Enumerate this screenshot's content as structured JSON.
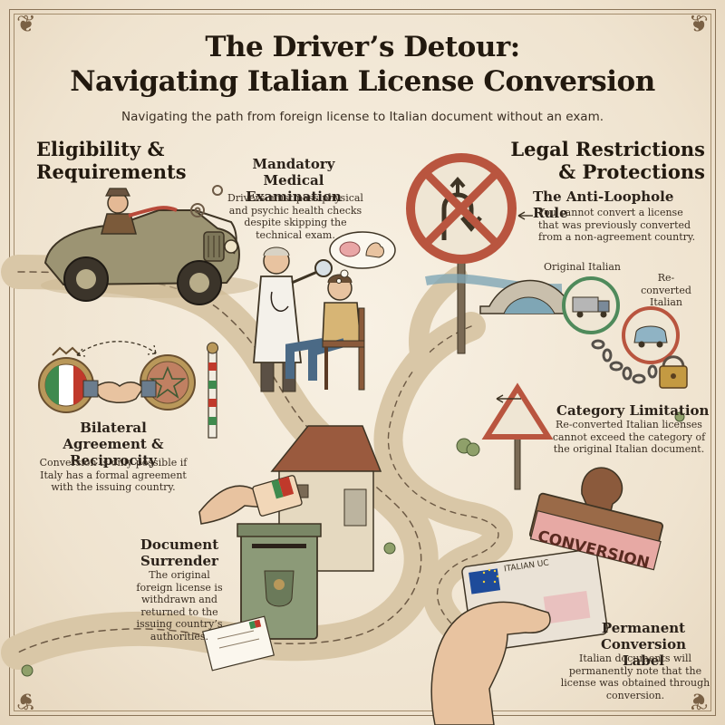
{
  "title": {
    "line1": "The Driver’s Detour:",
    "line2": "Navigating Italian License Conversion"
  },
  "subtitle": "Navigating the path from foreign license to Italian document without an exam.",
  "sections": {
    "eligibility": {
      "heading": "Eligibility & Requirements"
    },
    "medical": {
      "heading": "Mandatory Medical Examination",
      "body": "Drivers must pass physical and psychic health checks despite skipping the technical exam."
    },
    "bilateral": {
      "heading": "Bilateral Agreement & Reciprocity",
      "body": "Conversion is only possible if Italy has a formal agreement with the issuing country."
    },
    "surrender": {
      "heading": "Document Surrender",
      "body": "The original foreign license is withdrawn and returned to the issuing country’s authorities."
    },
    "legal": {
      "heading": "Legal Restrictions & Protections"
    },
    "loophole": {
      "heading": "The Anti-Loophole Rule",
      "body": "You cannot convert a license that was previously converted from a non-agreement country."
    },
    "category": {
      "heading": "Category Limitation",
      "body": "Re-converted Italian licenses cannot exceed the category of the original Italian document."
    },
    "permanent": {
      "heading": "Permanent Conversion Label",
      "body": "Italian documents will permanently note that the license was obtained through conversion."
    }
  },
  "illustration": {
    "ring_label_original": "Original Italian",
    "ring_label_reconverted": "Re-converted Italian",
    "stamp_text": "CONVERSION",
    "card_text": "ITALIAN UC",
    "icons": [
      "vintage-car-icon",
      "gear-icon",
      "doctor-icon",
      "patient-icon",
      "thought-bubble-icon",
      "italian-seal-icon",
      "handshake-icon",
      "barrier-pole-icon",
      "no-turn-sign-icon",
      "bridge-icon",
      "warning-sign-icon",
      "truck-icon",
      "small-car-icon",
      "chain-icon",
      "padlock-icon",
      "mailbox-icon",
      "booth-icon",
      "hand-icon",
      "license-card-icon",
      "letter-icon",
      "rubber-stamp-icon",
      "eu-flag-icon"
    ]
  },
  "colors": {
    "paper": "#f3eadb",
    "ink": "#2b221a",
    "italy_green": "#3f8a4e",
    "italy_red": "#c0392b",
    "stamp_wood": "#8b5a3c"
  }
}
